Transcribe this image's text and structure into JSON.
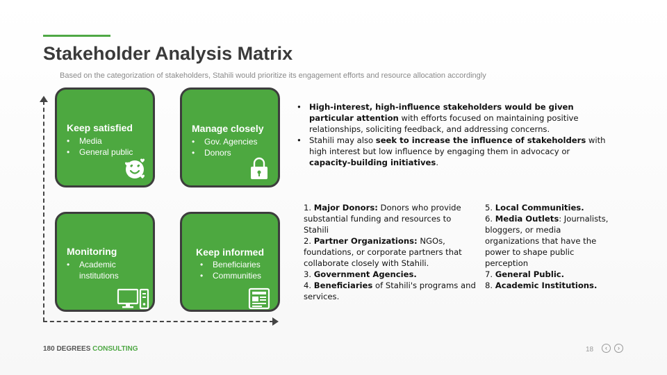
{
  "header": {
    "title": "Stakeholder Analysis Matrix",
    "subtitle": "Based on the categorization of stakeholders, Stahili would prioritize its engagement efforts and resource allocation accordingly"
  },
  "matrix": {
    "quadrants": [
      {
        "title": "Keep satisfied",
        "items": [
          "Media",
          "General public"
        ],
        "icon": "smiling-face-hearts-icon"
      },
      {
        "title": "Manage closely",
        "items": [
          "Gov. Agencies",
          "Donors"
        ],
        "icon": "padlock-icon"
      },
      {
        "title": "Monitoring",
        "items": [
          "Academic",
          "institutions"
        ],
        "icon": "desktop-computer-icon"
      },
      {
        "title": "Keep informed",
        "items": [
          "Beneficiaries",
          "Communities"
        ],
        "icon": "newspaper-icon"
      }
    ]
  },
  "strategy_bullets": [
    {
      "bold": "High-interest, high-influence stakeholders would be given particular attention",
      "text": " with efforts focused on maintaining positive relationships, soliciting feedback, and addressing concerns."
    },
    {
      "pre": "Stahili may also ",
      "bold": "seek to increase the influence of stakeholders",
      "mid": " with high interest but low influence by engaging them in advocacy or ",
      "bold2": "capacity-building initiatives",
      "post": "."
    }
  ],
  "stakeholder_list": {
    "column1": [
      {
        "num": "1. ",
        "bold": "Major Donors:",
        "text": " Donors who provide substantial funding and resources to Stahili"
      },
      {
        "num": "2. ",
        "bold": "Partner Organizations:",
        "text": " NGOs, foundations, or corporate partners that collaborate closely with Stahili."
      },
      {
        "num": "3. ",
        "bold": "Government Agencies.",
        "text": ""
      },
      {
        "num": "4. ",
        "bold": "Beneficiaries",
        "text": " of Stahili's programs and services."
      }
    ],
    "column2": [
      {
        "num": "5. ",
        "bold": "Local Communities.",
        "text": ""
      },
      {
        "num": "6. ",
        "bold": "Media Outlets",
        "text": ": Journalists, bloggers, or media organizations that have the power to shape public perception"
      },
      {
        "num": "7. ",
        "bold": "General Public.",
        "text": ""
      },
      {
        "num": "8. ",
        "bold": "Academic Institutions.",
        "text": ""
      }
    ]
  },
  "footer": {
    "brand_main": "180 DEGREES",
    "brand_highlight": "CONSULTING",
    "page_number": "18",
    "prev_icon": "chevron-left-icon",
    "next_icon": "chevron-right-icon"
  },
  "colors": {
    "accent": "#4fa845",
    "quadrant_fill": "#4da840",
    "quadrant_border": "#3d3d3d"
  }
}
